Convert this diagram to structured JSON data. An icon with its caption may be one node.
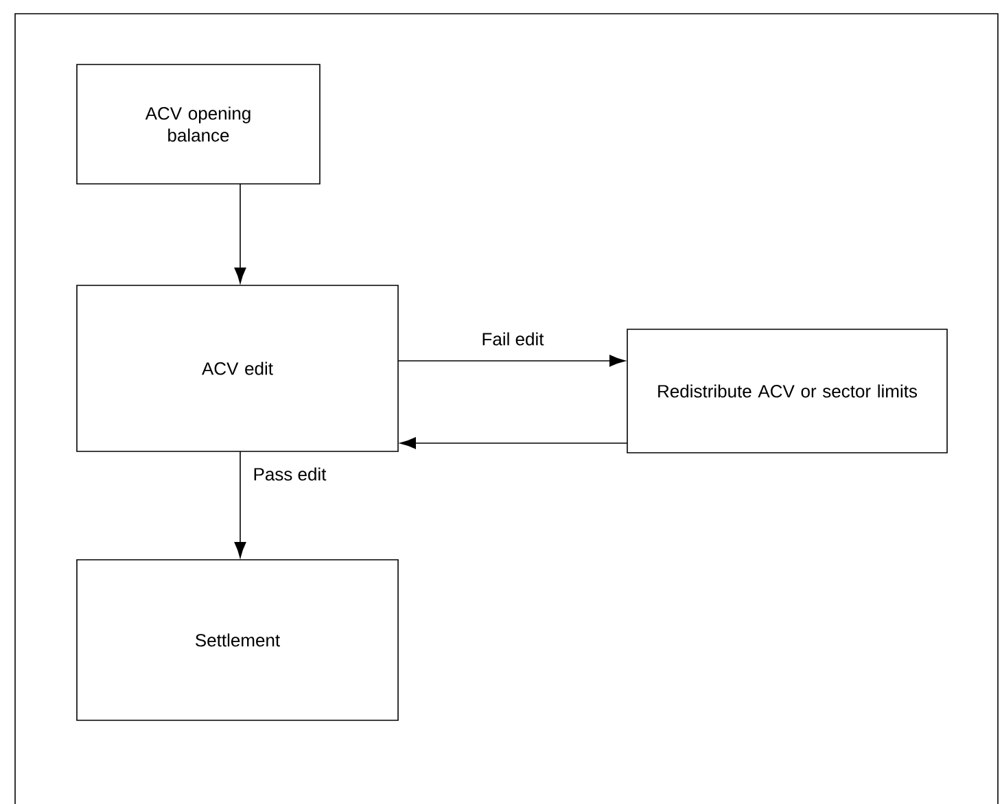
{
  "diagram": {
    "nodes": [
      {
        "text": [
          "ACV opening balance"
        ]
      },
      {
        "text": [
          "ACV edit"
        ]
      },
      {
        "text": [
          "Redistribute ACV or sector limits"
        ]
      },
      {
        "text": [
          "Settlement"
        ]
      }
    ],
    "edges": [
      {
        "from": 0,
        "to": 1,
        "arrow": "to"
      },
      {
        "from": 1,
        "to": 2,
        "arrow": "to",
        "label": "Fail edit"
      },
      {
        "from": 2,
        "to": 1,
        "arrow": "to"
      },
      {
        "from": 1,
        "to": 3,
        "arrow": "to",
        "label": "Pass edit"
      }
    ]
  }
}
